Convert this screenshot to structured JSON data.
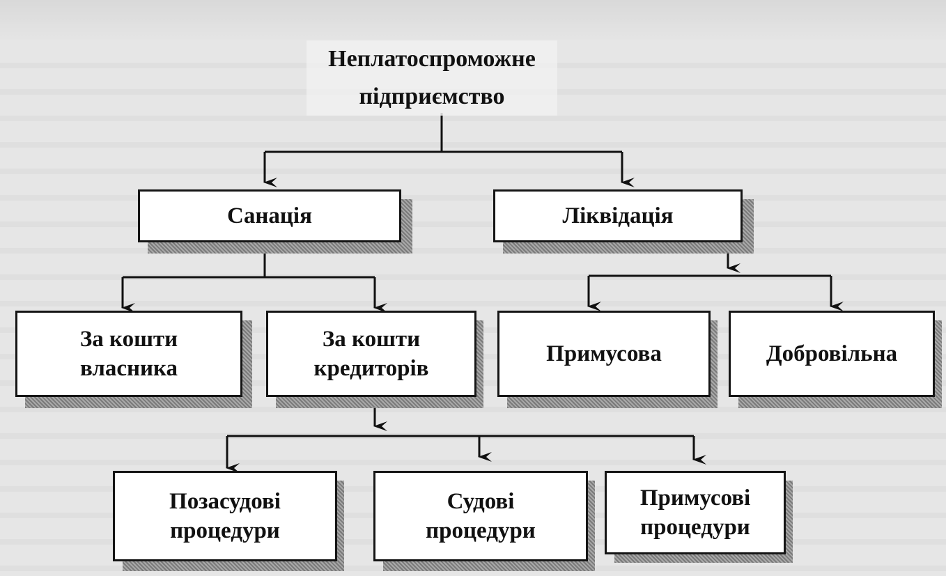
{
  "root": "Неплатоспроможне підприємство",
  "level1": {
    "left": "Санація",
    "right": "Ліквідація"
  },
  "level2": {
    "owner_funds": "За кошти власника",
    "creditor_funds": "За кошти кредиторів",
    "forced": "Примусова",
    "voluntary": "Добровільна"
  },
  "level3": {
    "out_of_court": "Позасудові процедури",
    "court": "Судові процедури",
    "forced_procedures": "Примусові процедури"
  }
}
